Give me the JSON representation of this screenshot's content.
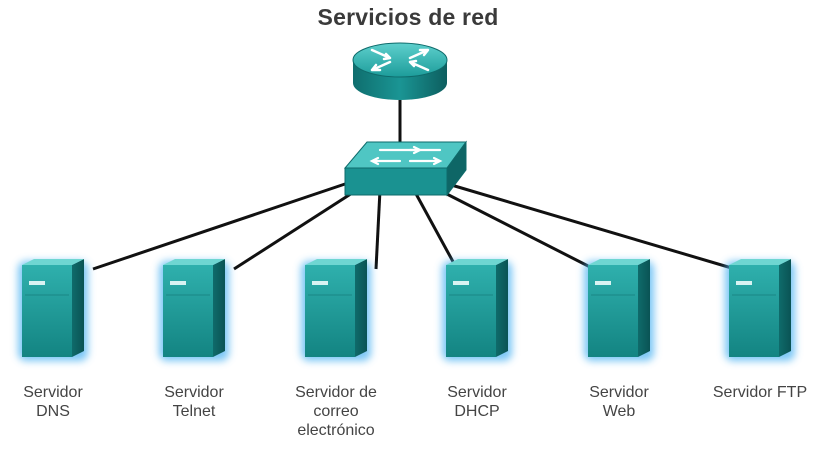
{
  "title": "Servicios de red",
  "devices": {
    "router": {
      "icon": "router-icon"
    },
    "switch": {
      "icon": "switch-icon"
    }
  },
  "servers": [
    {
      "label": "Servidor\nDNS",
      "icon": "server-icon"
    },
    {
      "label": "Servidor\nTelnet",
      "icon": "server-icon"
    },
    {
      "label": "Servidor de\ncorreo\nelectrónico",
      "icon": "server-icon"
    },
    {
      "label": "Servidor\nDHCP",
      "icon": "server-icon"
    },
    {
      "label": "Servidor\nWeb",
      "icon": "server-icon"
    },
    {
      "label": "Servidor FTP",
      "icon": "server-icon"
    }
  ],
  "colors": {
    "device_teal": "#17908f",
    "device_dark": "#0c5f60",
    "device_light": "#48c2c0",
    "server_glow": "#4fb4f2",
    "link": "#111111",
    "text": "#444444"
  }
}
